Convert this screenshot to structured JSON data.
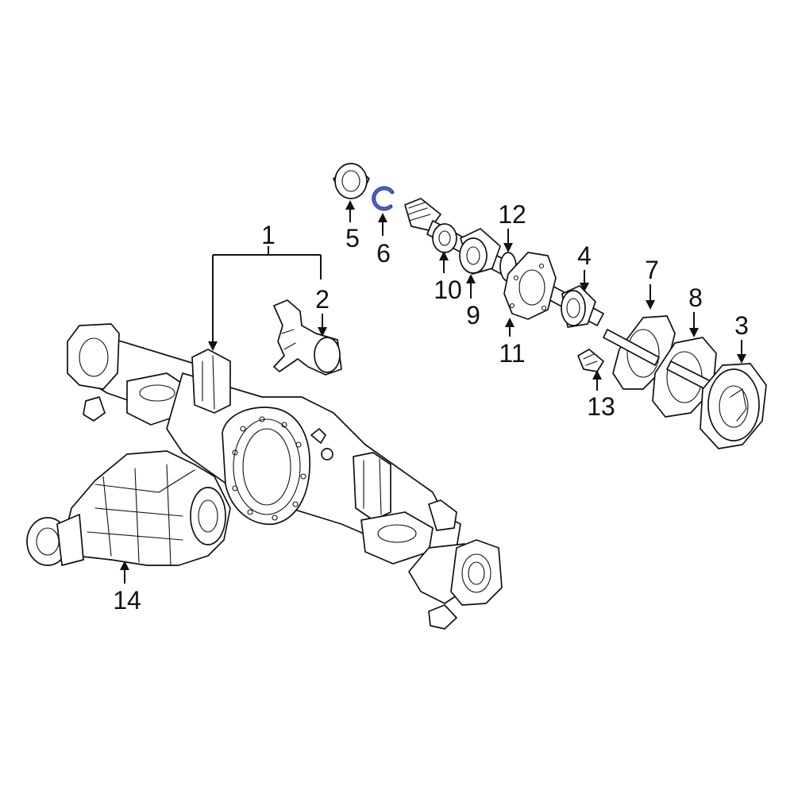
{
  "callouts": [
    {
      "id": "c1",
      "text": "1"
    },
    {
      "id": "c2",
      "text": "2"
    },
    {
      "id": "c3",
      "text": "3"
    },
    {
      "id": "c4",
      "text": "4"
    },
    {
      "id": "c5",
      "text": "5"
    },
    {
      "id": "c6",
      "text": "6"
    },
    {
      "id": "c7",
      "text": "7"
    },
    {
      "id": "c8",
      "text": "8"
    },
    {
      "id": "c9",
      "text": "9"
    },
    {
      "id": "c10",
      "text": "10"
    },
    {
      "id": "c11",
      "text": "11"
    },
    {
      "id": "c12",
      "text": "12"
    },
    {
      "id": "c13",
      "text": "13"
    },
    {
      "id": "c14",
      "text": "14"
    }
  ],
  "colors": {
    "line": "#111111",
    "highlight": "#3344aa",
    "highlight_fill": "#5566cc",
    "background": "#ffffff"
  }
}
